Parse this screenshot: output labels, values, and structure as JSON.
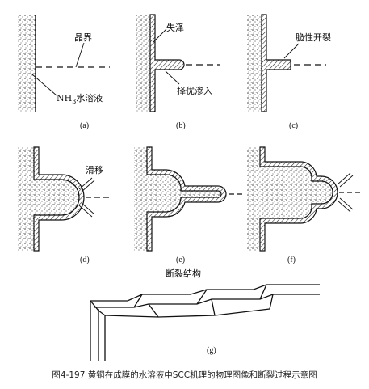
{
  "labels": {
    "grain_boundary": "晶界",
    "solution_prefix": "NH",
    "solution_subscript": "3",
    "solution_suffix": "水溶液",
    "tarnish": "失泽",
    "preferential_penetration": "择优渗入",
    "brittle_cracking": "脆性开裂",
    "slip": "滑移",
    "fracture_structure": "断裂结构"
  },
  "panel_letters": [
    "(a)",
    "(b)",
    "(c)",
    "(d)",
    "(e)",
    "(f)",
    "(g)"
  ],
  "caption": "图4-197  黄铜在成膜的水溶液中SCC机理的物理图像和断裂过程示意图"
}
